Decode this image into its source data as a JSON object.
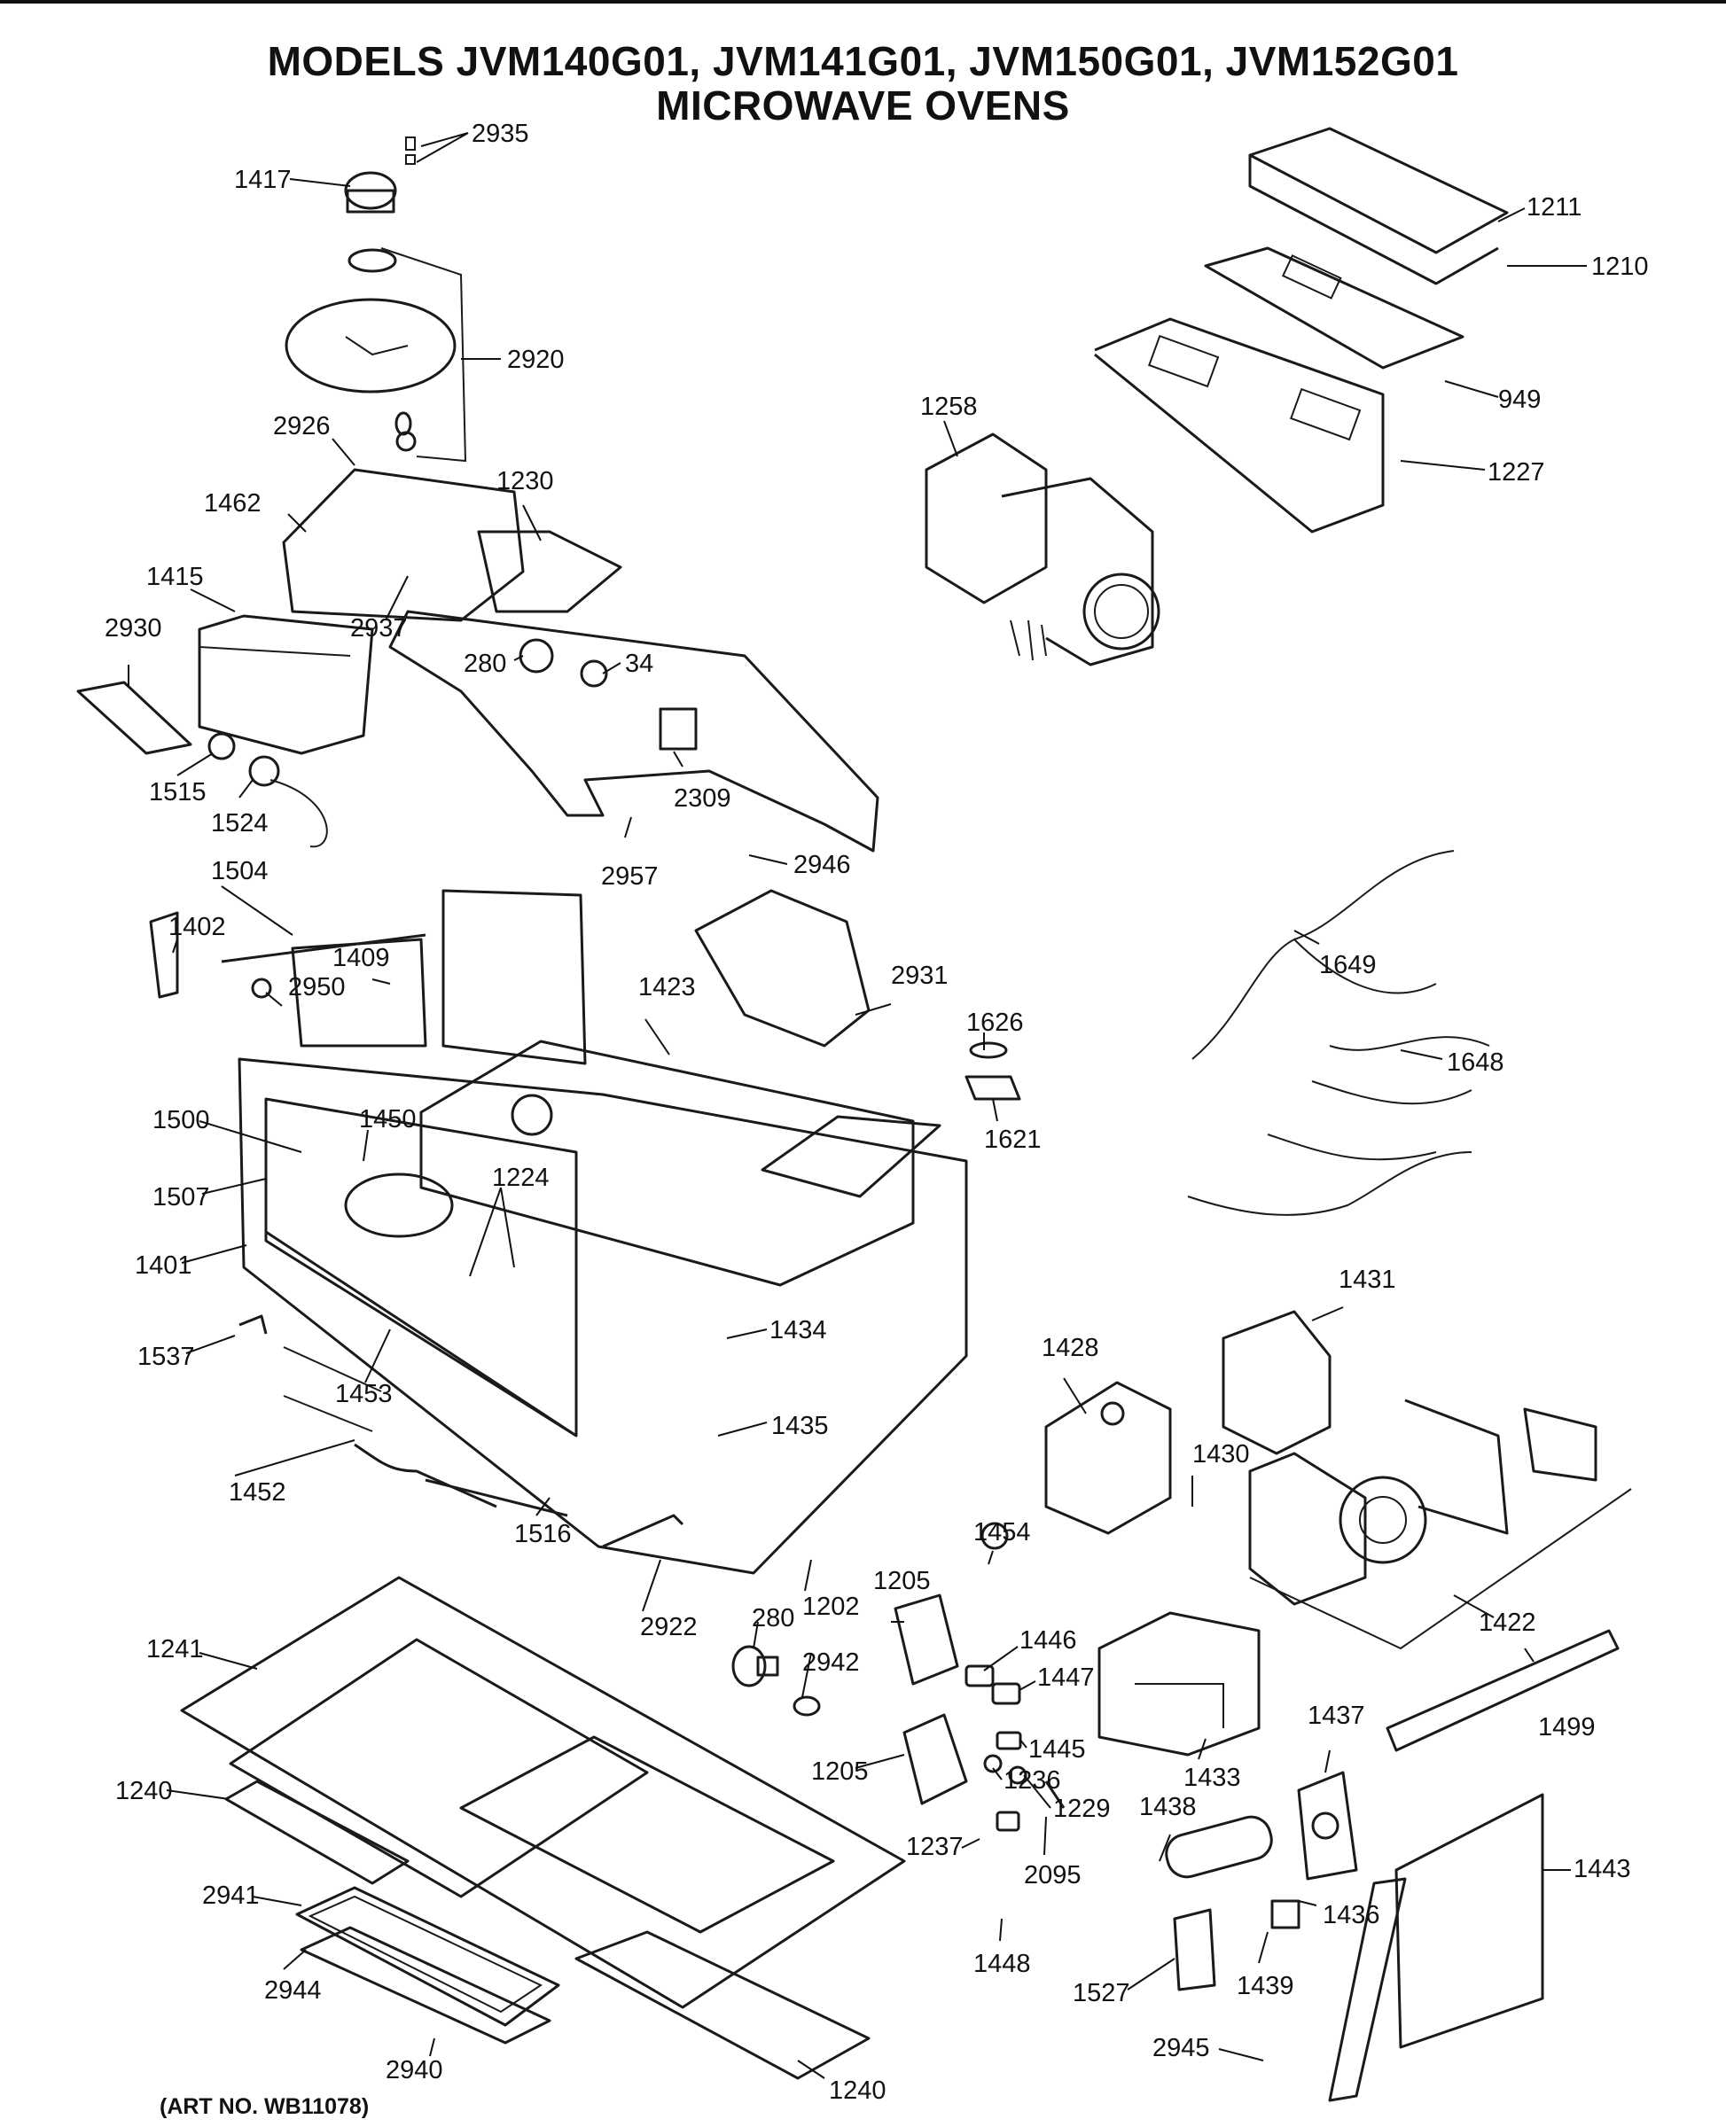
{
  "title": {
    "line1": "MODELS JVM140G01, JVM141G01, JVM150G01, JVM152G01",
    "line2": "MICROWAVE OVENS"
  },
  "art_number": "(ART NO. WB11078)",
  "callouts": [
    {
      "id": "c2935",
      "text": "2935"
    },
    {
      "id": "c1417",
      "text": "1417"
    },
    {
      "id": "c2920",
      "text": "2920"
    },
    {
      "id": "c2926",
      "text": "2926"
    },
    {
      "id": "c1230",
      "text": "1230"
    },
    {
      "id": "c1462",
      "text": "1462"
    },
    {
      "id": "c1415",
      "text": "1415"
    },
    {
      "id": "c2937",
      "text": "2937"
    },
    {
      "id": "c2930",
      "text": "2930"
    },
    {
      "id": "c280a",
      "text": "280"
    },
    {
      "id": "c34",
      "text": "34"
    },
    {
      "id": "c1515",
      "text": "1515"
    },
    {
      "id": "c1524",
      "text": "1524"
    },
    {
      "id": "c2309",
      "text": "2309"
    },
    {
      "id": "c2957",
      "text": "2957"
    },
    {
      "id": "c2946",
      "text": "2946"
    },
    {
      "id": "c1504",
      "text": "1504"
    },
    {
      "id": "c1402",
      "text": "1402"
    },
    {
      "id": "c1409",
      "text": "1409"
    },
    {
      "id": "c2950",
      "text": "2950"
    },
    {
      "id": "c1423",
      "text": "1423"
    },
    {
      "id": "c2931",
      "text": "2931"
    },
    {
      "id": "c1500",
      "text": "1500"
    },
    {
      "id": "c1450",
      "text": "1450"
    },
    {
      "id": "c1224",
      "text": "1224"
    },
    {
      "id": "c1507",
      "text": "1507"
    },
    {
      "id": "c1401",
      "text": "1401"
    },
    {
      "id": "c1537",
      "text": "1537"
    },
    {
      "id": "c1453",
      "text": "1453"
    },
    {
      "id": "c1434",
      "text": "1434"
    },
    {
      "id": "c1435",
      "text": "1435"
    },
    {
      "id": "c1452",
      "text": "1452"
    },
    {
      "id": "c1516",
      "text": "1516"
    },
    {
      "id": "c2922",
      "text": "2922"
    },
    {
      "id": "c1202",
      "text": "1202"
    },
    {
      "id": "c1211",
      "text": "1211"
    },
    {
      "id": "c1210",
      "text": "1210"
    },
    {
      "id": "c949",
      "text": "949"
    },
    {
      "id": "c1258",
      "text": "1258"
    },
    {
      "id": "c1227",
      "text": "1227"
    },
    {
      "id": "c1649",
      "text": "1649"
    },
    {
      "id": "c1648",
      "text": "1648"
    },
    {
      "id": "c1626",
      "text": "1626"
    },
    {
      "id": "c1621",
      "text": "1621"
    },
    {
      "id": "c1431",
      "text": "1431"
    },
    {
      "id": "c1428",
      "text": "1428"
    },
    {
      "id": "c1430",
      "text": "1430"
    },
    {
      "id": "c1454",
      "text": "1454"
    },
    {
      "id": "c1205a",
      "text": "1205"
    },
    {
      "id": "c1446",
      "text": "1446"
    },
    {
      "id": "c1447",
      "text": "1447"
    },
    {
      "id": "c1422",
      "text": "1422"
    },
    {
      "id": "c1499",
      "text": "1499"
    },
    {
      "id": "c280b",
      "text": "280"
    },
    {
      "id": "c2942",
      "text": "2942"
    },
    {
      "id": "c1241",
      "text": "1241"
    },
    {
      "id": "c1205b",
      "text": "1205"
    },
    {
      "id": "c1445",
      "text": "1445"
    },
    {
      "id": "c1236",
      "text": "1236"
    },
    {
      "id": "c1229",
      "text": "1229"
    },
    {
      "id": "c1433",
      "text": "1433"
    },
    {
      "id": "c1437",
      "text": "1437"
    },
    {
      "id": "c1240a",
      "text": "1240"
    },
    {
      "id": "c1237",
      "text": "1237"
    },
    {
      "id": "c2095",
      "text": "2095"
    },
    {
      "id": "c1438",
      "text": "1438"
    },
    {
      "id": "c1443",
      "text": "1443"
    },
    {
      "id": "c2941",
      "text": "2941"
    },
    {
      "id": "c1448",
      "text": "1448"
    },
    {
      "id": "c1436",
      "text": "1436"
    },
    {
      "id": "c1527",
      "text": "1527"
    },
    {
      "id": "c1439",
      "text": "1439"
    },
    {
      "id": "c2944",
      "text": "2944"
    },
    {
      "id": "c2945",
      "text": "2945"
    },
    {
      "id": "c2940",
      "text": "2940"
    },
    {
      "id": "c1240b",
      "text": "1240"
    }
  ]
}
